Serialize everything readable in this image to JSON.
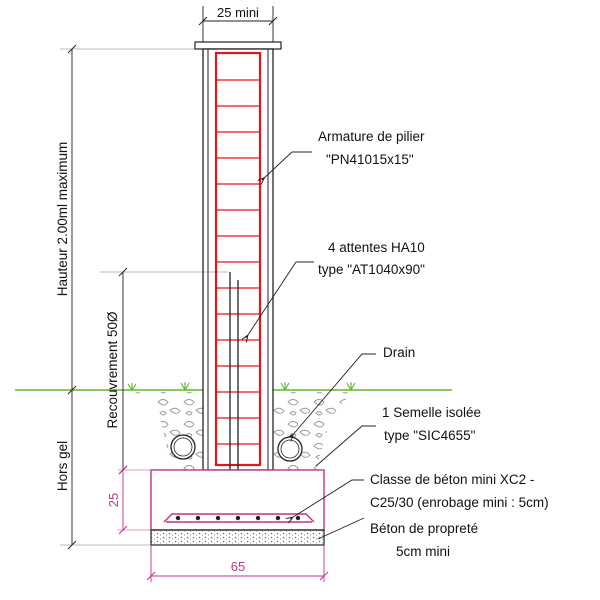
{
  "labels": {
    "top_width": "25 mini",
    "armature_line1": "Armature de pilier",
    "armature_line2": "\"PN41015x15\"",
    "attentes_line1": "4 attentes HA10",
    "attentes_line2": "type \"AT1040x90\"",
    "drain": "Drain",
    "semelle_line1": "1 Semelle isolée",
    "semelle_line2": "type \"SIC4655\"",
    "classe_line1": "Classe de béton mini XC2 -",
    "classe_line2": "C25/30 (enrobage mini : 5cm)",
    "proprete_line1": "Béton de propreté",
    "proprete_line2": "5cm mini",
    "bottom_width": "65",
    "footing_height": "25",
    "hauteur": "Hauteur 2.00ml maximum",
    "recouvrement": "Recouvrement 50Ø",
    "hors_gel": "Hors gel"
  },
  "colors": {
    "rebar": "#e8141c",
    "footing_dim": "#c0328c",
    "grass": "#5ab82a",
    "line": "#222222",
    "concrete_lean": "#8c8c8c"
  }
}
